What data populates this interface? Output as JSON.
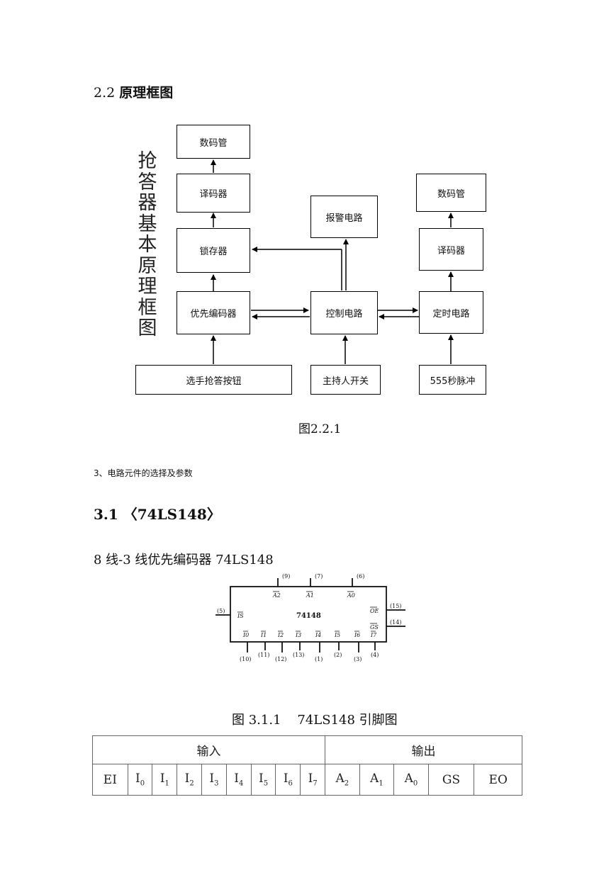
{
  "section_2_2": {
    "num": "2.2",
    "title": "原理框图"
  },
  "diagram": {
    "vertical_title": [
      "抢",
      "答",
      "器",
      "基",
      "本",
      "原",
      "理",
      "框",
      "图"
    ],
    "boxes": {
      "display_left": "数码管",
      "decoder_left": "译码器",
      "latch": "锁存器",
      "priority_encoder": "优先编码器",
      "buttons": "选手抢答按钮",
      "alarm": "报警电路",
      "control": "控制电路",
      "host_switch": "主持人开关",
      "display_right": "数码管",
      "decoder_right": "译码器",
      "timer": "定时电路",
      "pulse": "555秒脉冲"
    },
    "caption": "图2.2.1"
  },
  "section_3": {
    "title": "3、电路元件的选择及参数"
  },
  "section_3_1": {
    "title": "3.1 〈74LS148〉"
  },
  "encoder_desc": "8 线-3 线优先编码器 74LS148",
  "chip": {
    "name": "74148",
    "pins_top": [
      {
        "label": "A2",
        "num": "(9)"
      },
      {
        "label": "A1",
        "num": "(7)"
      },
      {
        "label": "A0",
        "num": "(6)"
      }
    ],
    "pin_left": {
      "label": "IS",
      "num": "(5)"
    },
    "pins_right": [
      {
        "label": "OE",
        "num": "(15)"
      },
      {
        "label": "GS",
        "num": "(14)"
      }
    ],
    "pins_bottom": [
      {
        "label": "I0",
        "num": "(10)"
      },
      {
        "label": "I1",
        "num": "(11)"
      },
      {
        "label": "I2",
        "num": "(12)"
      },
      {
        "label": "I3",
        "num": "(13)"
      },
      {
        "label": "I4",
        "num": "(1)"
      },
      {
        "label": "I5",
        "num": "(2)"
      },
      {
        "label": "I6",
        "num": "(3)"
      },
      {
        "label": "I7",
        "num": "(4)"
      }
    ]
  },
  "figure_caption": "图 3.1.1    74LS148 引脚图",
  "table": {
    "input_header": "输入",
    "output_header": "输出",
    "columns": [
      {
        "base": "EI",
        "sub": ""
      },
      {
        "base": "I",
        "sub": "0"
      },
      {
        "base": "I",
        "sub": "1"
      },
      {
        "base": "I",
        "sub": "2"
      },
      {
        "base": "I",
        "sub": "3"
      },
      {
        "base": "I",
        "sub": "4"
      },
      {
        "base": "I",
        "sub": "5"
      },
      {
        "base": "I",
        "sub": "6"
      },
      {
        "base": "I",
        "sub": "7"
      },
      {
        "base": "A",
        "sub": "2"
      },
      {
        "base": "A",
        "sub": "1"
      },
      {
        "base": "A",
        "sub": "0"
      },
      {
        "base": "GS",
        "sub": ""
      },
      {
        "base": "EO",
        "sub": ""
      }
    ]
  }
}
